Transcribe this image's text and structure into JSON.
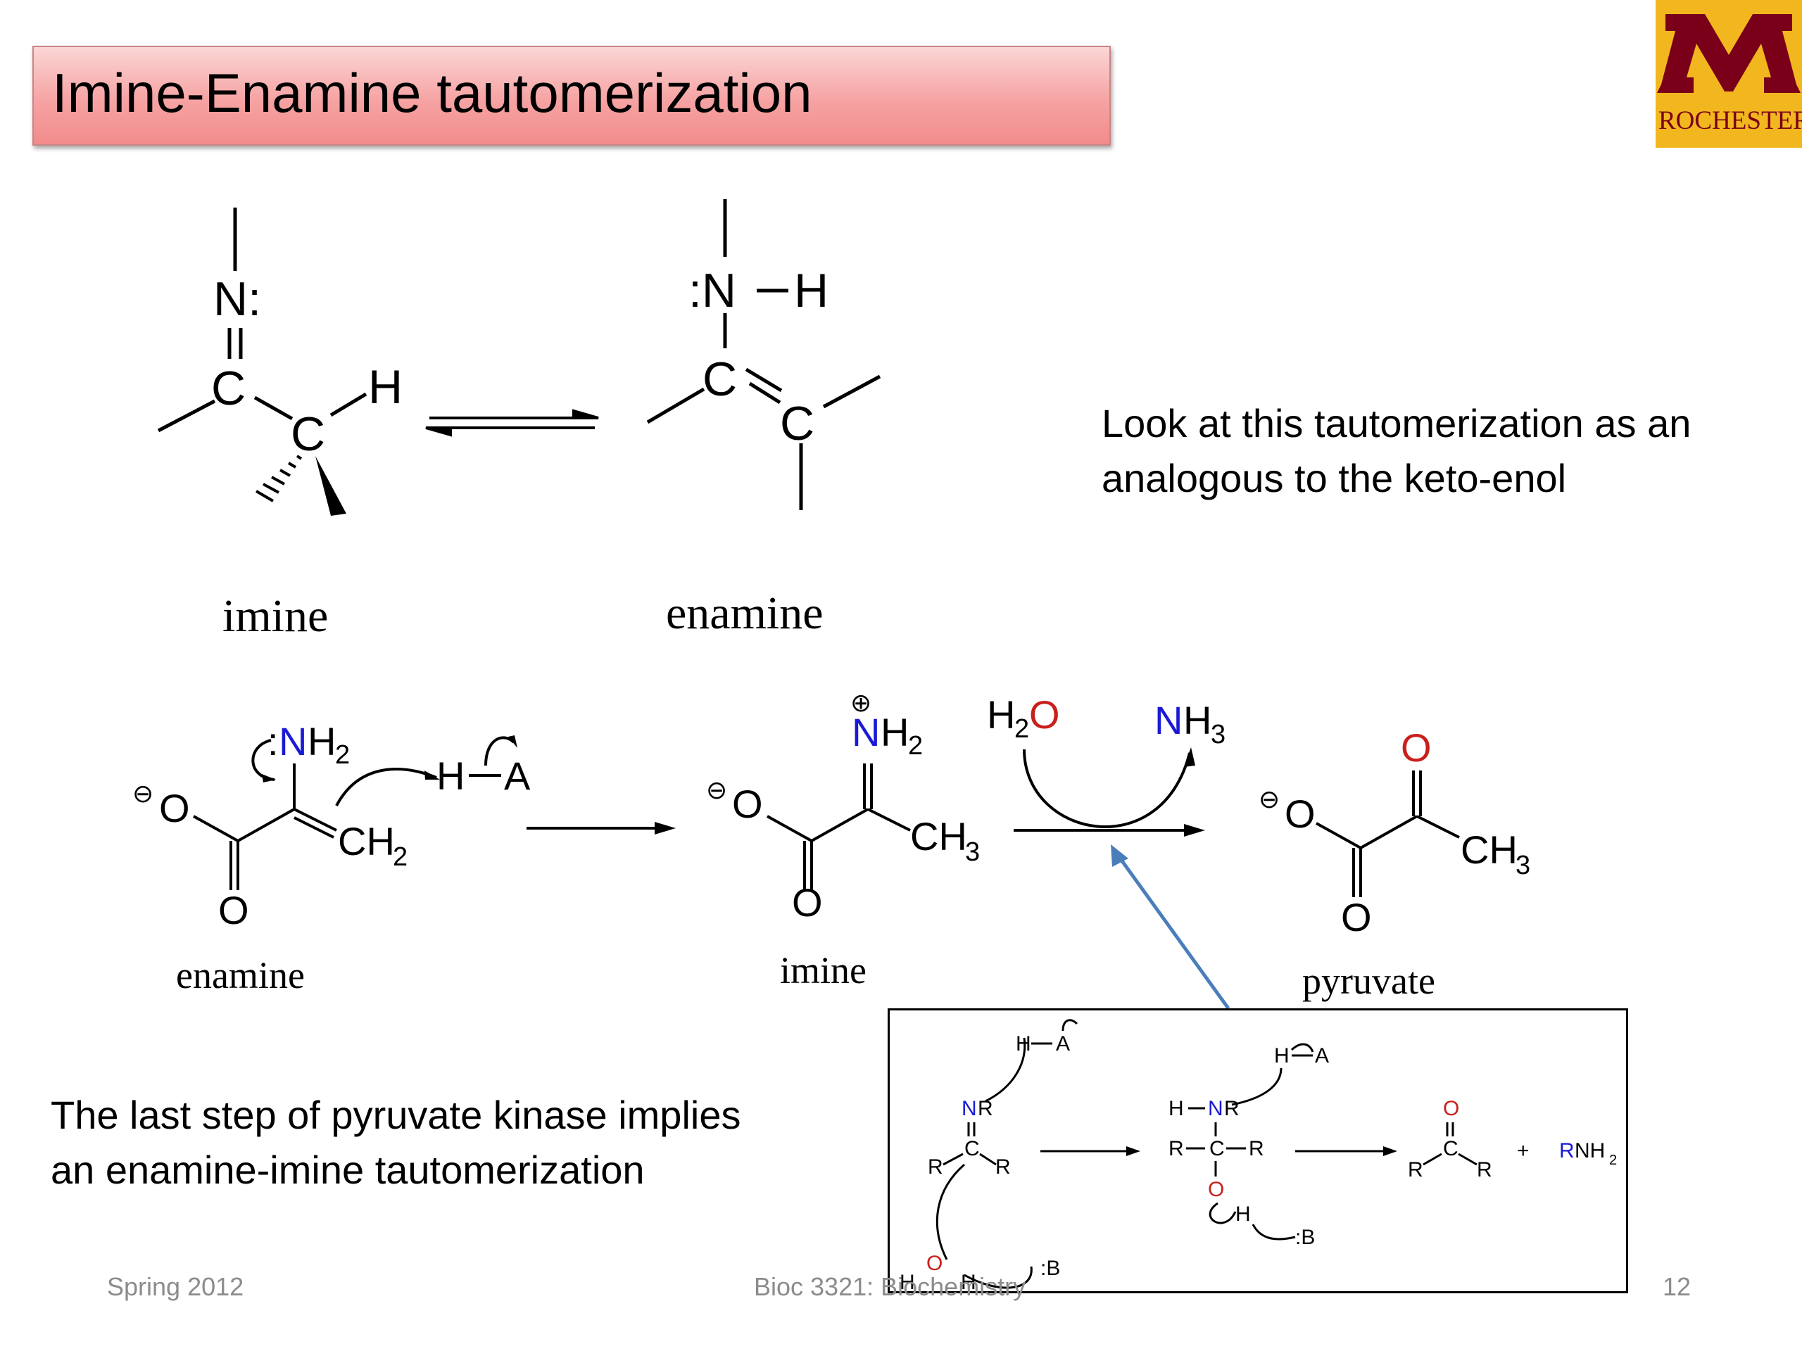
{
  "slide": {
    "title": "Imine-Enamine tautomerization",
    "logo_text": "ROCHESTER",
    "description_line1": "Look at this tautomerization as an",
    "description_line2": "analogous to the keto-enol",
    "bottom_line1": "The last step of pyruvate kinase implies",
    "bottom_line2": "an enamine-imine tautomerization",
    "accent_color": "#f28b8b",
    "logo_color": "#7a0019",
    "logo_bg": "#f2b71e"
  },
  "top_scheme": {
    "left_label": "imine",
    "right_label": "enamine"
  },
  "bottom_scheme": {
    "left_label": "enamine",
    "middle_label": "imine",
    "right_label": "pyruvate",
    "reagent_in": "H2O",
    "reagent_out": "NH3"
  },
  "footer": {
    "left": "Spring 2012",
    "center": "Bioc 3321: Biochemistry",
    "right": "12"
  }
}
